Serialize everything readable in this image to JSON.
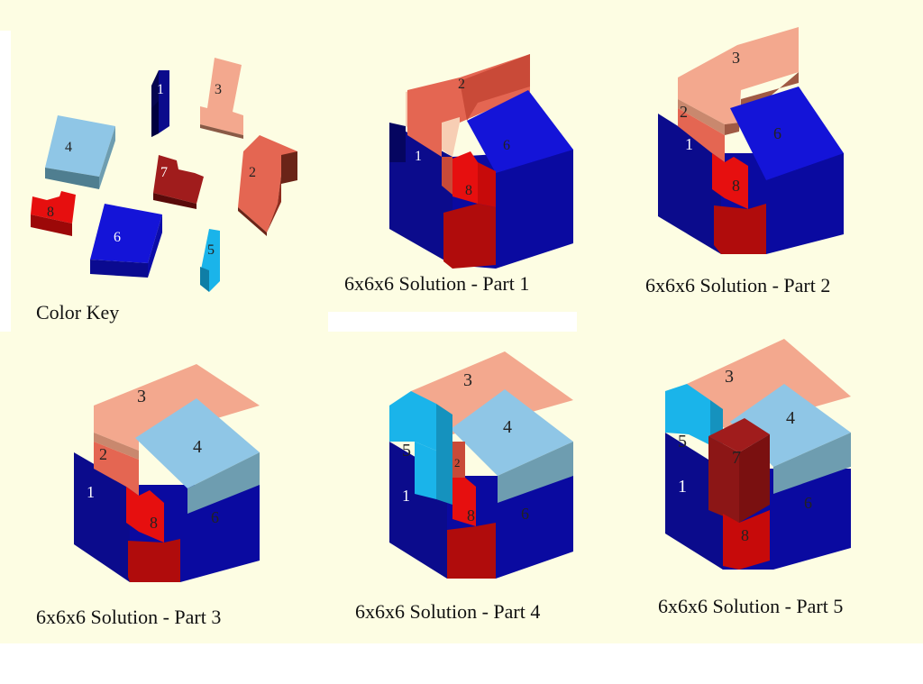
{
  "color_key": {
    "caption": "Color Key",
    "pieces": [
      {
        "label": "1",
        "color": "#0b0b8c"
      },
      {
        "label": "2",
        "color": "#e46652"
      },
      {
        "label": "3",
        "color": "#f3a88e"
      },
      {
        "label": "4",
        "color": "#8fc6e6"
      },
      {
        "label": "5",
        "color": "#1ab4ea"
      },
      {
        "label": "6",
        "color": "#1414d8"
      },
      {
        "label": "7",
        "color": "#a01c1c"
      },
      {
        "label": "8",
        "color": "#e60f0f"
      }
    ]
  },
  "solutions": [
    {
      "caption": "6x6x6 Solution - Part 1",
      "labels": [
        "2",
        "1",
        "6",
        "8"
      ]
    },
    {
      "caption": "6x6x6 Solution - Part 2",
      "labels": [
        "3",
        "2",
        "1",
        "6",
        "8"
      ]
    },
    {
      "caption": "6x6x6 Solution - Part 3",
      "labels": [
        "3",
        "2",
        "1",
        "4",
        "8",
        "6"
      ]
    },
    {
      "caption": "6x6x6 Solution - Part 4",
      "labels": [
        "3",
        "4",
        "5",
        "2",
        "1",
        "8",
        "6"
      ]
    },
    {
      "caption": "6x6x6 Solution - Part 5",
      "labels": [
        "3",
        "4",
        "5",
        "7",
        "1",
        "6",
        "8"
      ]
    }
  ]
}
